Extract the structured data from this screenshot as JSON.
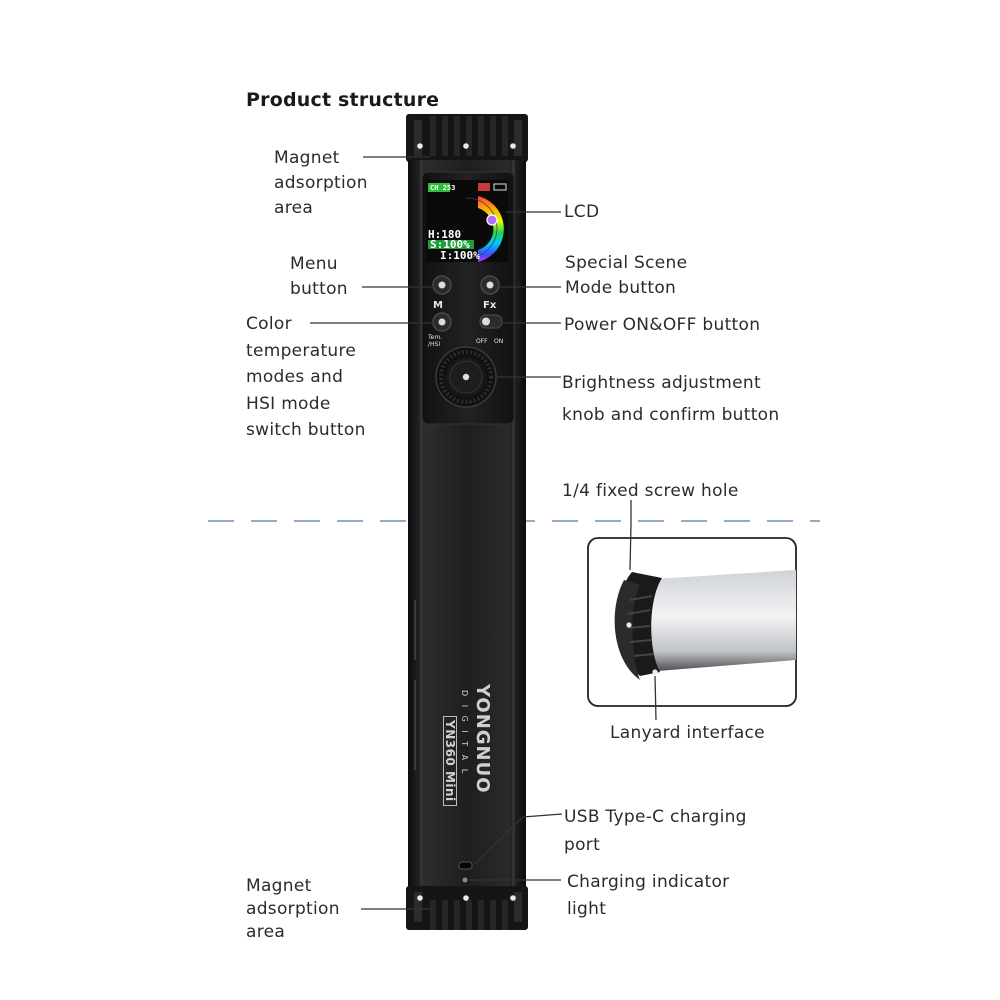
{
  "title": "Product  structure",
  "labels": {
    "magnet_top": [
      "Magnet",
      "adsorption",
      "area"
    ],
    "lcd": "LCD",
    "menu": [
      "Menu",
      "button"
    ],
    "special_scene": [
      "Special Scene",
      "Mode button"
    ],
    "color_temp": [
      "Color",
      "temperature",
      "modes and",
      "HSI mode",
      "switch button"
    ],
    "power": "Power ON&OFF button",
    "brightness": [
      "Brightness adjustment",
      "knob and confirm button"
    ],
    "screw_hole": "1/4 fixed screw hole",
    "lanyard": "Lanyard interface",
    "usb": [
      "USB Type-C charging",
      "port"
    ],
    "charging": [
      "Charging indicator",
      "light"
    ],
    "magnet_bottom": [
      "Magnet",
      "adsorption",
      "area"
    ]
  },
  "device": {
    "lcd": {
      "ch": "CH 253",
      "hue": "H:180",
      "sat": "S:100%",
      "int": "I:100%"
    },
    "buttons": {
      "menu_mark": "M",
      "fx_mark": "Fx",
      "temp_mark": "Tem.\n/HSI",
      "off": "OFF",
      "on": "ON"
    },
    "brand": "YONGNUO",
    "sub_brand": "D I G I T A L",
    "model": "YN360 Mini"
  },
  "colors": {
    "device_body": "#1c1c1e",
    "label_text": "#2b2b2b",
    "divider": "#6f8fb5",
    "lcd_bg": "#0a0a0a"
  }
}
